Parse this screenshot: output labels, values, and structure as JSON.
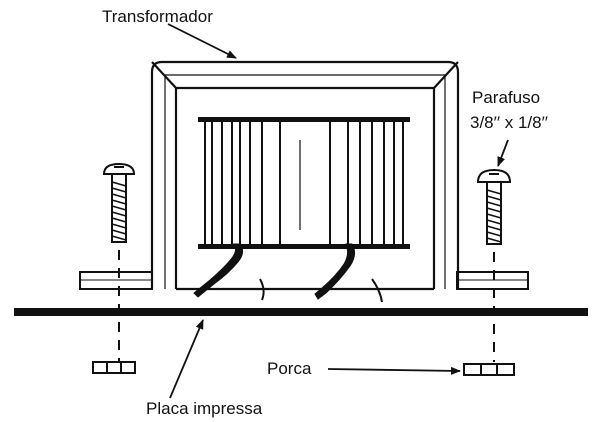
{
  "labels": {
    "transformer": "Transformador",
    "screw_line1": "Parafuso",
    "screw_line2": "3/8′′ x 1/8′′",
    "nut": "Porca",
    "board": "Placa impressa"
  },
  "colors": {
    "ink": "#111111",
    "paper": "#ffffff"
  }
}
